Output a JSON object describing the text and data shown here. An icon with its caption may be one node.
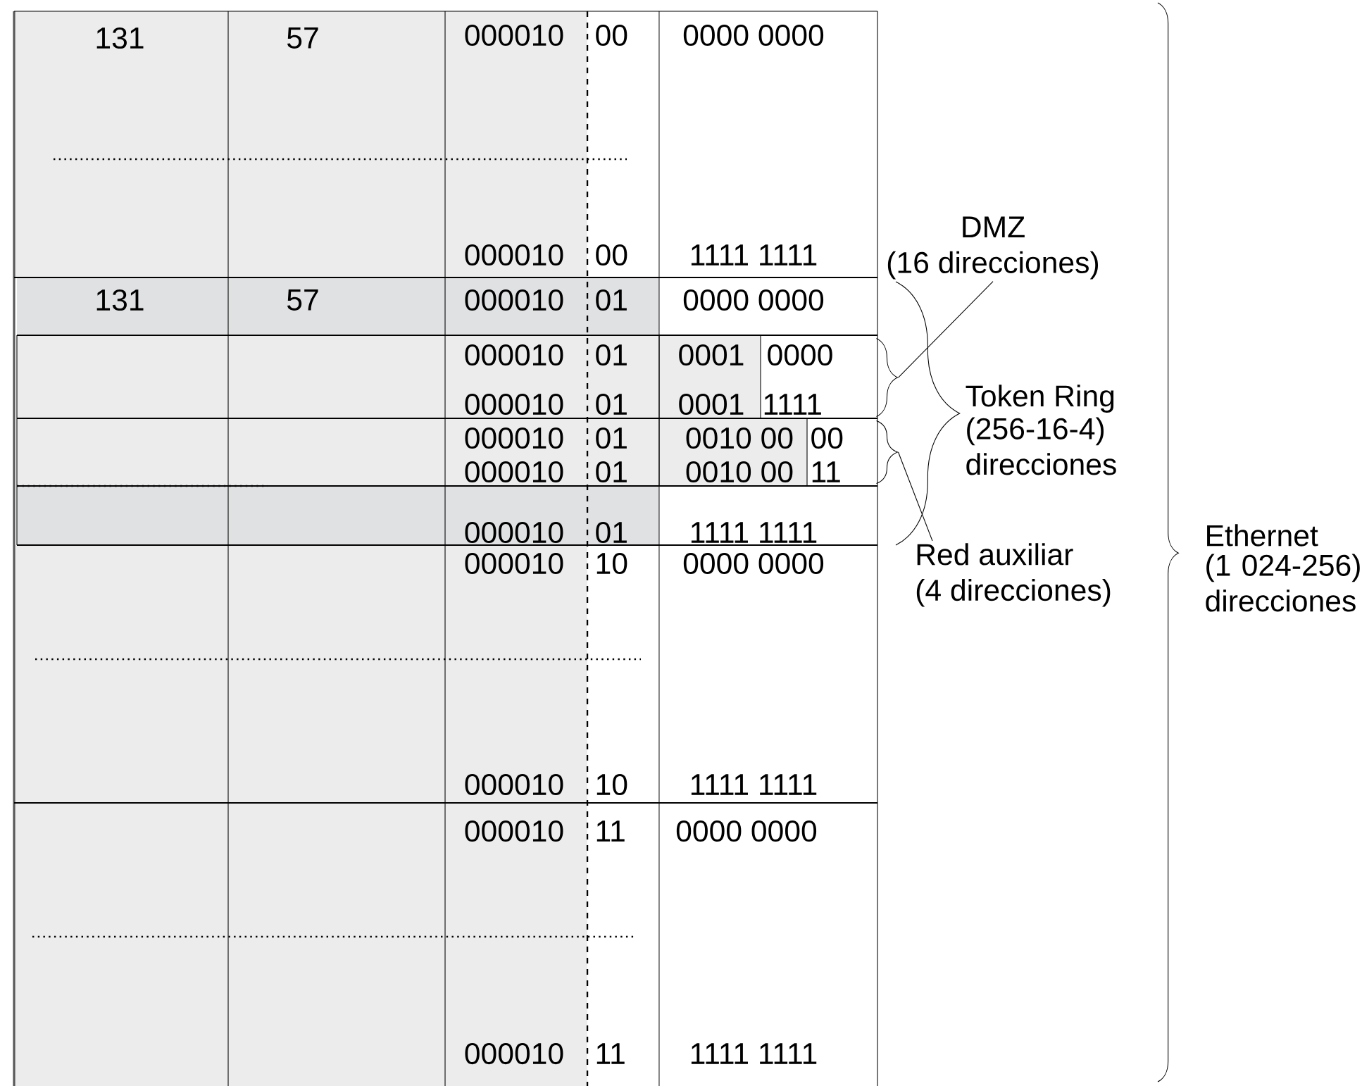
{
  "diagram": {
    "nodes": [
      {
        "text": [
          "DMZ",
          "(16 direcciones)"
        ]
      },
      {
        "text": [],
        "shape": "brace"
      },
      {
        "text": [],
        "shape": "brace"
      },
      {
        "text": [
          "Red auxiliar",
          "(4 direcciones)"
        ]
      }
    ],
    "edges": [
      {
        "from": 0,
        "to": 1,
        "arrow": "none"
      },
      {
        "from": 3,
        "to": 2,
        "arrow": "none"
      }
    ],
    "labels": [
      "131",
      "57",
      "000010",
      "00",
      "0000 0000",
      "000010",
      "00",
      "1111 1111",
      "131",
      "57",
      "000010",
      "01",
      "0000 0000",
      "000010",
      "01",
      "0001",
      "0000",
      "000010",
      "01",
      "0001",
      "1111",
      "000010",
      "01",
      "0010 00",
      "00",
      "000010",
      "01",
      "0010 00",
      "11",
      "000010",
      "01",
      "1111 1111",
      "000010",
      "10",
      "0000 0000",
      "000010",
      "10",
      "1111 1111",
      "000010",
      "11",
      "0000 0000",
      "000010",
      "11",
      "1111 1111",
      "Token Ring",
      "(256-16-4) direcciones",
      "Ethernet",
      "(1 024-256) direcciones"
    ]
  }
}
